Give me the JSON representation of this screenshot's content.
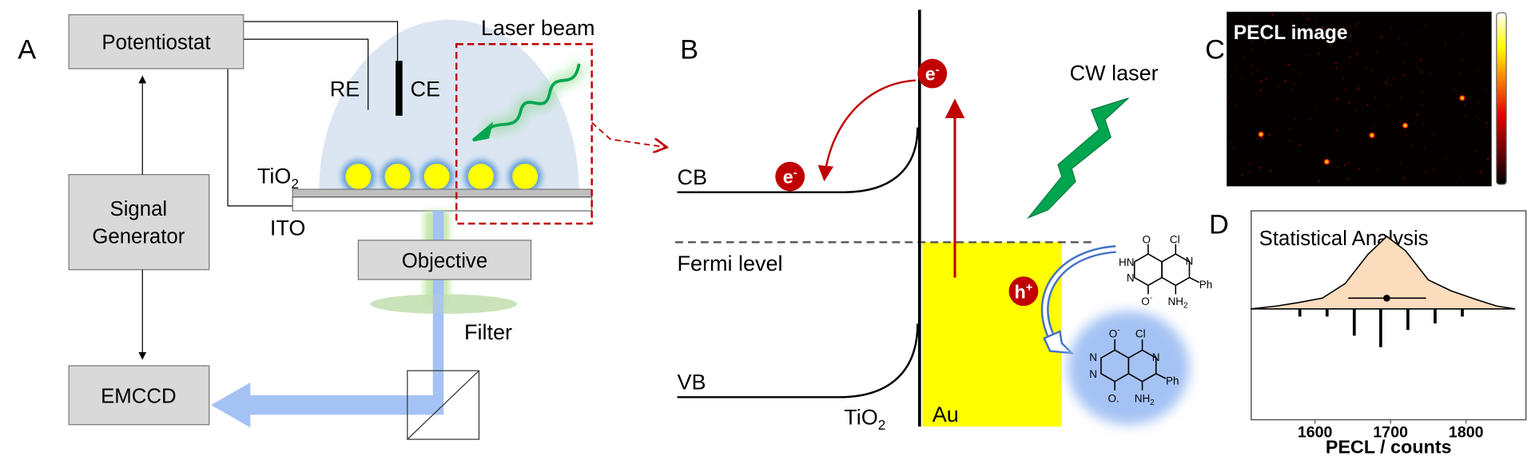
{
  "panel_a": {
    "letter": "A",
    "potentiostat": "Potentiostat",
    "signal_generator_line1": "Signal",
    "signal_generator_line2": "Generator",
    "emccd": "EMCCD",
    "re": "RE",
    "ce": "CE",
    "tio2": "TiO",
    "tio2_sub": "2",
    "ito": "ITO",
    "laser_beam": "Laser beam",
    "objective": "Objective",
    "filter": "Filter"
  },
  "panel_b": {
    "letter": "B",
    "cb": "CB",
    "vb": "VB",
    "fermi": "Fermi level",
    "tio2": "TiO",
    "tio2_sub": "2",
    "au": "Au",
    "electron": "e",
    "electron_sup": "-",
    "hole": "h",
    "hole_sup": "+",
    "cw_laser": "CW laser",
    "molecule_top": {
      "o": "O",
      "cl": "Cl",
      "n": "N",
      "hn": "HN",
      "n2": "N",
      "ph": "Ph",
      "nh2": "NH",
      "nh2_sub": "2",
      "ominus": "O",
      "minus": "-"
    },
    "molecule_bottom": {
      "ominus": "O",
      "minus": "-",
      "cl": "Cl",
      "n": "N",
      "n1": "N",
      "n2": "N",
      "ph": "Ph",
      "nh2": "NH",
      "nh2_sub": "2",
      "orad": "O."
    }
  },
  "panel_c": {
    "letter": "C",
    "title": "PECL image"
  },
  "panel_d": {
    "letter": "D"
  },
  "colors": {
    "box": "#d9d9d9",
    "dome": "#dce6f2",
    "red": "#c00000",
    "gold": "#ffff00",
    "beam_blue": "#a4c2f4",
    "beam_green": "#b6e39a",
    "density": "#fbdcbd"
  },
  "chart_data": {
    "type": "area",
    "title": "Statistical Analysis",
    "xlabel": "PECL / counts",
    "ylabel": "",
    "xlim": [
      1516,
      1878
    ],
    "xticks": [
      1600,
      1700,
      1800
    ],
    "tick_labels": [
      "1600",
      "1700",
      "1800"
    ],
    "density": {
      "x": [
        1515,
        1550,
        1580,
        1610,
        1640,
        1670,
        1695,
        1720,
        1750,
        1780,
        1810,
        1840,
        1865
      ],
      "y": [
        0,
        0.04,
        0.09,
        0.15,
        0.35,
        0.75,
        1.0,
        0.8,
        0.4,
        0.25,
        0.14,
        0.04,
        0
      ]
    },
    "histogram_rug": {
      "x": [
        1580,
        1616,
        1652,
        1687,
        1723,
        1759,
        1795
      ],
      "relative_counts": [
        0.2,
        0.2,
        0.7,
        1.0,
        0.55,
        0.38,
        0.2
      ]
    },
    "mean": 1695,
    "error_range": [
      1644,
      1747
    ]
  }
}
